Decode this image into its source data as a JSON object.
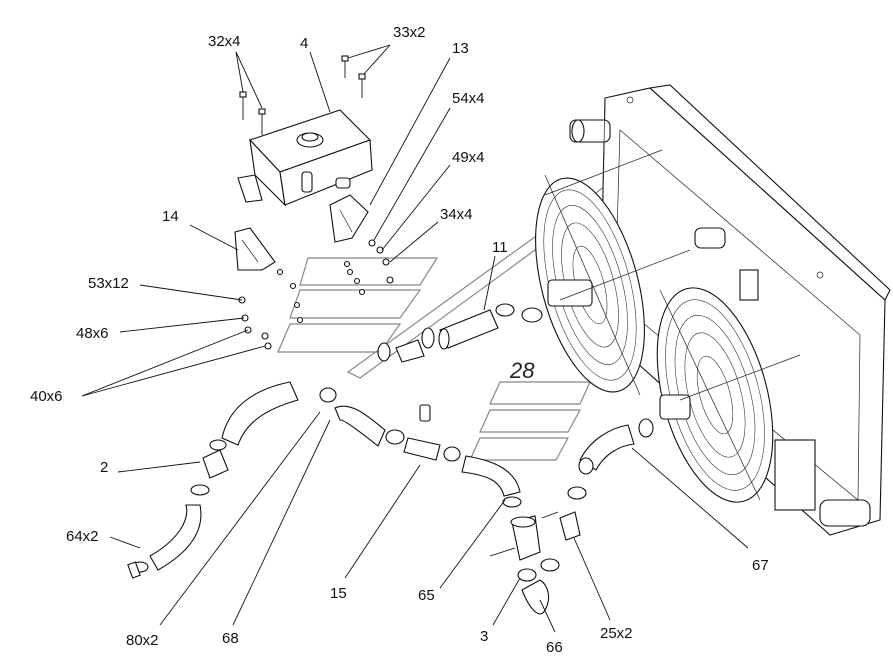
{
  "watermark": {
    "text": "28"
  },
  "callouts": [
    {
      "id": "c-32x4",
      "text": "32x4"
    },
    {
      "id": "c-4",
      "text": "4"
    },
    {
      "id": "c-33x2",
      "text": "33x2"
    },
    {
      "id": "c-13",
      "text": "13"
    },
    {
      "id": "c-54x4",
      "text": "54x4"
    },
    {
      "id": "c-49x4",
      "text": "49x4"
    },
    {
      "id": "c-34x4",
      "text": "34x4"
    },
    {
      "id": "c-14",
      "text": "14"
    },
    {
      "id": "c-11",
      "text": "11"
    },
    {
      "id": "c-53x12",
      "text": "53x12"
    },
    {
      "id": "c-48x6",
      "text": "48x6"
    },
    {
      "id": "c-40x6",
      "text": "40x6"
    },
    {
      "id": "c-2",
      "text": "2"
    },
    {
      "id": "c-64x2",
      "text": "64x2"
    },
    {
      "id": "c-67",
      "text": "67"
    },
    {
      "id": "c-15",
      "text": "15"
    },
    {
      "id": "c-65",
      "text": "65"
    },
    {
      "id": "c-80x2",
      "text": "80x2"
    },
    {
      "id": "c-68",
      "text": "68"
    },
    {
      "id": "c-3",
      "text": "3"
    },
    {
      "id": "c-66",
      "text": "66"
    },
    {
      "id": "c-25x2",
      "text": "25x2"
    }
  ]
}
